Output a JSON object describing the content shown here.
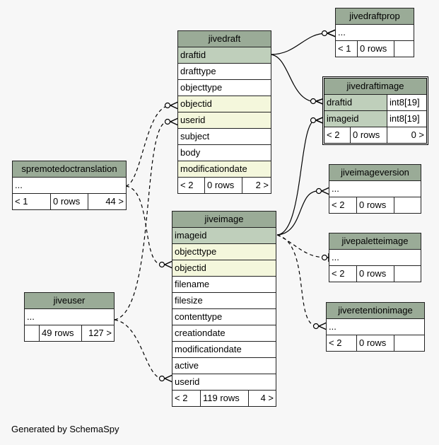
{
  "tables": {
    "jivedraft": {
      "name": "jivedraft",
      "columns": [
        "draftid",
        "drafttype",
        "objecttype",
        "objectid",
        "userid",
        "subject",
        "body",
        "modificationdate"
      ],
      "footer": [
        "< 2",
        "0 rows",
        "2 >"
      ]
    },
    "jivedraftprop": {
      "name": "jivedraftprop",
      "columns": [
        "..."
      ],
      "footer": [
        "< 1",
        "0 rows",
        ""
      ]
    },
    "jivedraftimage": {
      "name": "jivedraftimage",
      "columns": [
        {
          "name": "draftid",
          "type": "int8[19]"
        },
        {
          "name": "imageid",
          "type": "int8[19]"
        }
      ],
      "footer": [
        "< 2",
        "0 rows",
        "0 >"
      ]
    },
    "spremotedoctranslation": {
      "name": "spremotedoctranslation",
      "columns": [
        "..."
      ],
      "footer": [
        "< 1",
        "0 rows",
        "44 >"
      ]
    },
    "jiveimageversion": {
      "name": "jiveimageversion",
      "columns": [
        "..."
      ],
      "footer": [
        "< 2",
        "0 rows",
        ""
      ]
    },
    "jiveimage": {
      "name": "jiveimage",
      "columns": [
        "imageid",
        "objecttype",
        "objectid",
        "filename",
        "filesize",
        "contenttype",
        "creationdate",
        "modificationdate",
        "active",
        "userid"
      ],
      "footer": [
        "< 2",
        "119 rows",
        "4 >"
      ]
    },
    "jivepaletteimage": {
      "name": "jivepaletteimage",
      "columns": [
        "..."
      ],
      "footer": [
        "< 2",
        "0 rows",
        ""
      ]
    },
    "jiveuser": {
      "name": "jiveuser",
      "columns": [
        "..."
      ],
      "footer": [
        "",
        "49 rows",
        "127 >"
      ]
    },
    "jiveretentionimage": {
      "name": "jiveretentionimage",
      "columns": [
        "..."
      ],
      "footer": [
        "< 2",
        "0 rows",
        ""
      ]
    }
  },
  "credit": "Generated by SchemaSpy",
  "colors": {
    "header": "#9aab97",
    "primary_key": "#bfcfbb",
    "foreign_key": "#f4f7dc",
    "background": "#f7f7f7"
  }
}
